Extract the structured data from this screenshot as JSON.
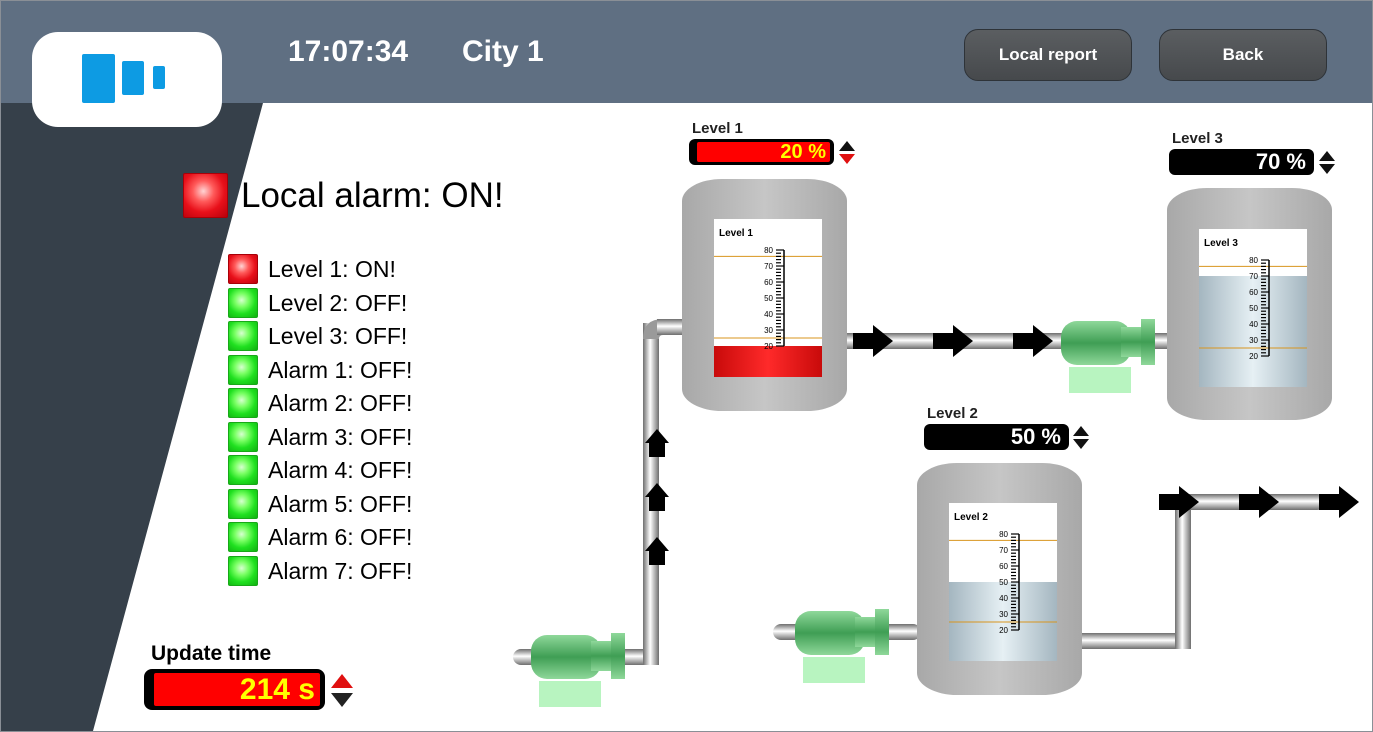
{
  "header": {
    "time": "17:07:34",
    "location": "City 1",
    "buttons": {
      "local_report": "Local report",
      "back": "Back"
    }
  },
  "colors": {
    "header_bg": "#5f6f82",
    "sidebar_bg": "#36404a",
    "alarm_on": "#ff0000",
    "alarm_off": "#22e022",
    "display_bg": "#000000",
    "display_text_alert": "#ffff00",
    "liquid_alert": "#e01010",
    "liquid_normal": "#b8c8d0"
  },
  "alarm_summary": {
    "label": "Local alarm: ON!",
    "state": "on"
  },
  "alarms": [
    {
      "label": "Level 1: ON!",
      "state": "on"
    },
    {
      "label": "Level 2: OFF!",
      "state": "off"
    },
    {
      "label": "Level 3: OFF!",
      "state": "off"
    },
    {
      "label": "Alarm 1: OFF!",
      "state": "off"
    },
    {
      "label": "Alarm 2: OFF!",
      "state": "off"
    },
    {
      "label": "Alarm 3: OFF!",
      "state": "off"
    },
    {
      "label": "Alarm 4: OFF!",
      "state": "off"
    },
    {
      "label": "Alarm 5: OFF!",
      "state": "off"
    },
    {
      "label": "Alarm 6: OFF!",
      "state": "off"
    },
    {
      "label": "Alarm 7: OFF!",
      "state": "off"
    }
  ],
  "update_time": {
    "label": "Update time",
    "value": "214 s",
    "alert": true
  },
  "tanks": [
    {
      "name": "Level 1",
      "display": "20 %",
      "percent": 20,
      "alert": true,
      "gauge": {
        "title": "Level 1",
        "ticks": [
          "80",
          "70",
          "60",
          "50",
          "40",
          "30",
          "20"
        ]
      }
    },
    {
      "name": "Level 2",
      "display": "50 %",
      "percent": 50,
      "alert": false,
      "gauge": {
        "title": "Level 2",
        "ticks": [
          "80",
          "70",
          "60",
          "50",
          "40",
          "30",
          "20"
        ]
      }
    },
    {
      "name": "Level 3",
      "display": "70 %",
      "percent": 70,
      "alert": false,
      "gauge": {
        "title": "Level 3",
        "ticks": [
          "80",
          "70",
          "60",
          "50",
          "40",
          "30",
          "20"
        ]
      }
    }
  ],
  "icons": [
    "logo-icon",
    "led-icon",
    "pump-icon",
    "flow-arrow-icon",
    "spinner-up-icon",
    "spinner-down-icon"
  ]
}
